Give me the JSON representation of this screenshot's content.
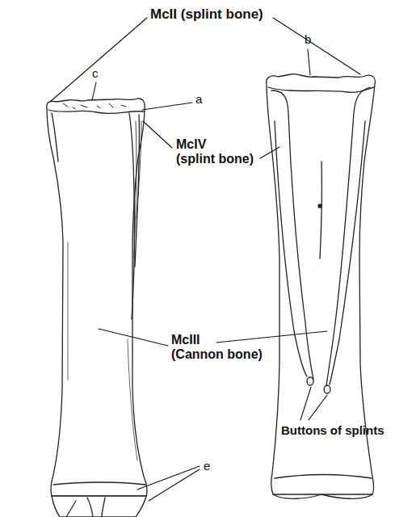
{
  "diagram": {
    "labels": [
      "McII (splint bone)",
      "c",
      "b",
      "a",
      "McIV (splint bone)",
      "McIII (Cannon bone)",
      "Buttons of splints",
      "e"
    ]
  }
}
